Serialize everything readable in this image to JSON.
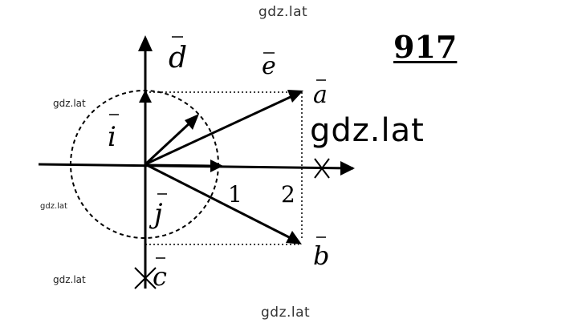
{
  "problem_number": "917",
  "watermarks": {
    "top": "gdz.lat",
    "bottom": "gdz.lat",
    "big": "gdz.lat",
    "small_1": "gdz.lat",
    "small_2": "gdz.lat",
    "small_3": "gdz.lat"
  },
  "vector_labels": {
    "a": "a",
    "b": "b",
    "c": "c",
    "d": "d",
    "e": "e",
    "i": "i",
    "j": "j"
  },
  "axis_numbers": {
    "one": "1",
    "two": "2"
  }
}
